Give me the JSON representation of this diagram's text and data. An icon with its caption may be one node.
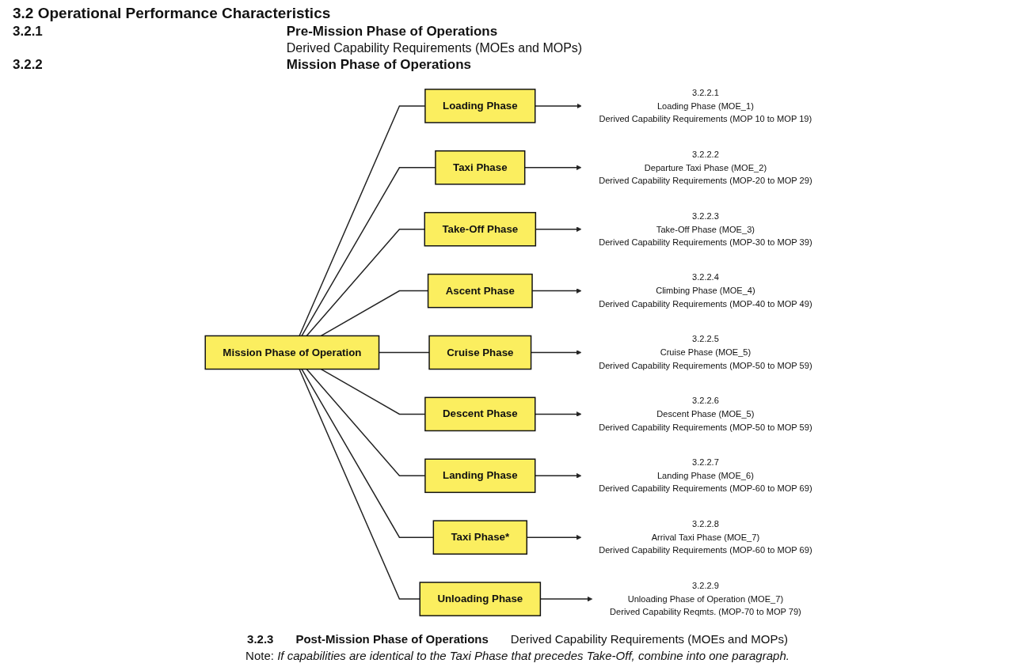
{
  "diagram": {
    "caption": "Note: *If capabilities are identical to the Taxi Phase that precedes Take-Off, combine into one paragraph.*",
    "nodes": [
      {
        "text": [
          "Mission Phase of Operation"
        ]
      },
      {
        "text": [
          "Loading Phase"
        ]
      },
      {
        "text": [
          "Taxi Phase"
        ]
      },
      {
        "text": [
          "Take-Off Phase"
        ]
      },
      {
        "text": [
          "Ascent Phase"
        ]
      },
      {
        "text": [
          "Cruise Phase"
        ]
      },
      {
        "text": [
          "Descent Phase"
        ]
      },
      {
        "text": [
          "Landing Phase"
        ]
      },
      {
        "text": [
          "Taxi Phase*"
        ]
      },
      {
        "text": [
          "Unloading Phase"
        ]
      },
      {
        "text": [
          "3.2.2.1",
          "Loading Phase (MOE_1)",
          "Derived Capability Requirements (MOP 10 to MOP 19)"
        ]
      },
      {
        "text": [
          "3.2.2.2",
          "Departure Taxi  Phase (MOE_2)",
          "Derived Capability Requirements (MOP-20 to MOP 29)"
        ]
      },
      {
        "text": [
          "3.2.2.3",
          "Take-Off Phase (MOE_3)",
          "Derived Capability Requirements (MOP-30 to MOP 39)"
        ]
      },
      {
        "text": [
          "3.2.2.4",
          "Climbing Phase (MOE_4)",
          "Derived Capability Requirements (MOP-40 to MOP 49)"
        ]
      },
      {
        "text": [
          "3.2.2.5",
          "Cruise Phase (MOE_5)",
          "Derived Capability Requirements (MOP-50 to MOP 59)"
        ]
      },
      {
        "text": [
          "3.2.2.6",
          "Descent Phase (MOE_5)",
          "Derived Capability Requirements (MOP-50 to MOP 59)"
        ]
      },
      {
        "text": [
          "3.2.2.7",
          "Landing Phase (MOE_6)",
          "Derived Capability Requirements (MOP-60 to MOP 69)"
        ]
      },
      {
        "text": [
          "3.2.2.8",
          "Arrival Taxi Phase (MOE_7)",
          "Derived Capability Requirements (MOP-60 to MOP 69)"
        ]
      },
      {
        "text": [
          "3.2.2.9",
          "Unloading Phase of Operation  (MOE_7)",
          "Derived Capability Reqmts. (MOP-70 to MOP 79)"
        ]
      }
    ],
    "edges": [
      {
        "from": 0,
        "to": 1,
        "arrow": "none"
      },
      {
        "from": 0,
        "to": 2,
        "arrow": "none"
      },
      {
        "from": 0,
        "to": 3,
        "arrow": "none"
      },
      {
        "from": 0,
        "to": 4,
        "arrow": "none"
      },
      {
        "from": 0,
        "to": 5,
        "arrow": "none"
      },
      {
        "from": 0,
        "to": 6,
        "arrow": "none"
      },
      {
        "from": 0,
        "to": 7,
        "arrow": "none"
      },
      {
        "from": 0,
        "to": 8,
        "arrow": "none"
      },
      {
        "from": 0,
        "to": 9,
        "arrow": "none"
      },
      {
        "from": 1,
        "to": 10,
        "arrow": "to"
      },
      {
        "from": 2,
        "to": 11,
        "arrow": "to"
      },
      {
        "from": 3,
        "to": 12,
        "arrow": "to"
      },
      {
        "from": 4,
        "to": 13,
        "arrow": "to"
      },
      {
        "from": 5,
        "to": 14,
        "arrow": "to"
      },
      {
        "from": 6,
        "to": 15,
        "arrow": "to"
      },
      {
        "from": 7,
        "to": 16,
        "arrow": "to"
      },
      {
        "from": 8,
        "to": 17,
        "arrow": "to"
      },
      {
        "from": 9,
        "to": 18,
        "arrow": "to"
      }
    ],
    "labels": [
      "3.2 Operational Performance Characteristics",
      "3.2.1",
      "Pre-Mission Phase of Operations",
      "Derived Capability Requirements (MOEs and MOPs)",
      "3.2.2",
      "Mission Phase of Operations",
      "3.2.3",
      "Post-Mission Phase of Operations",
      "Derived Capability Requirements (MOEs and MOPs)"
    ]
  }
}
